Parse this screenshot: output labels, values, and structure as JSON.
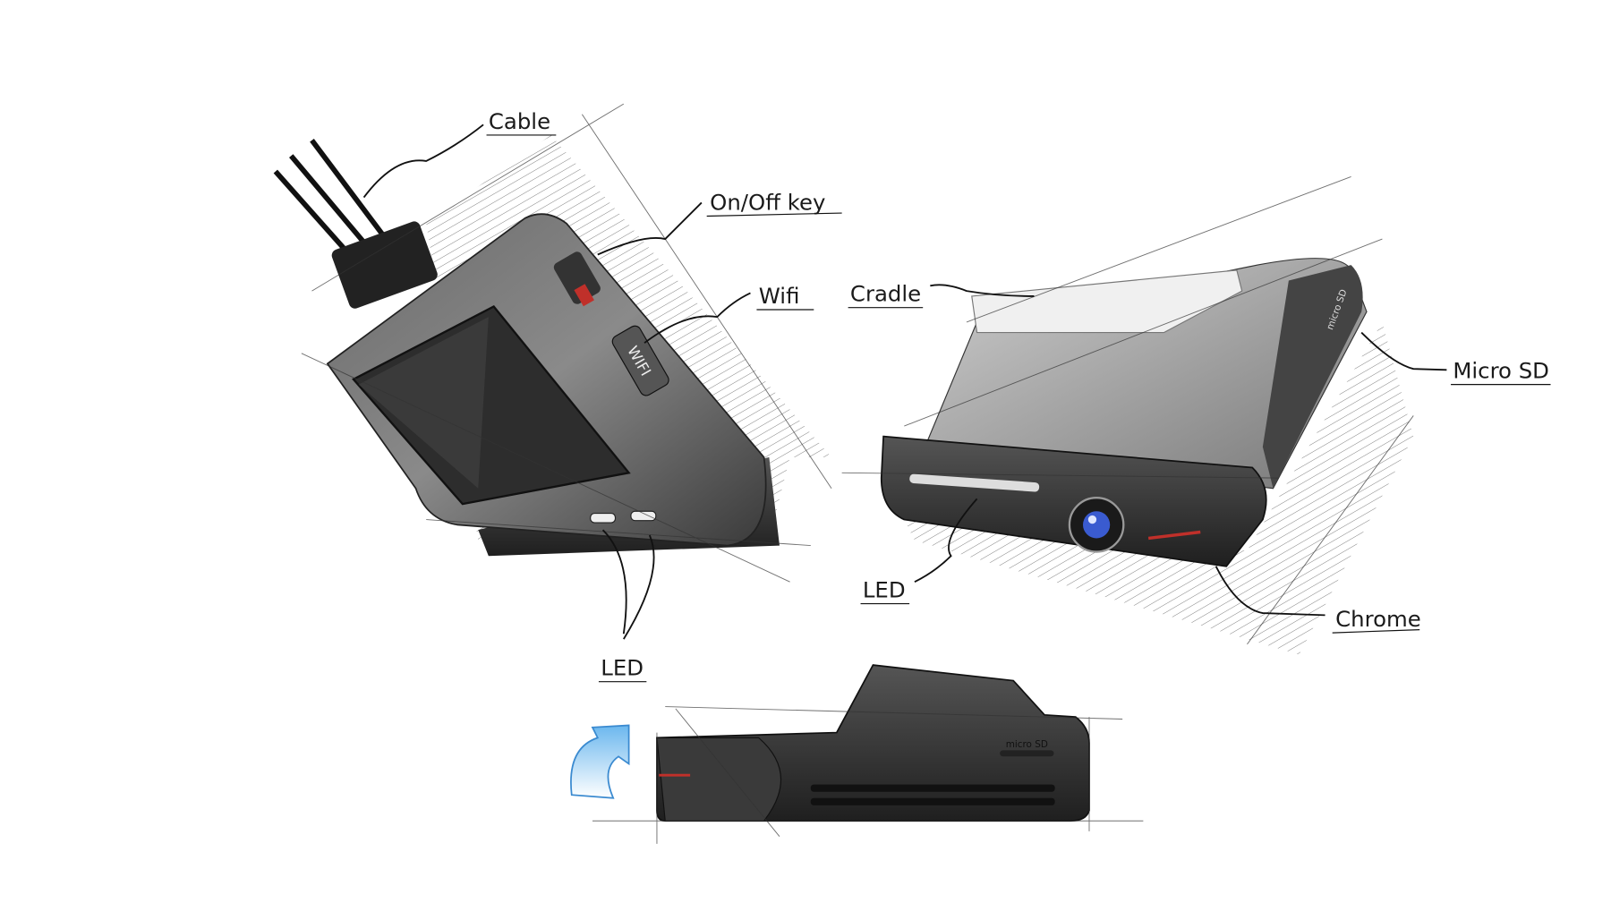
{
  "labels": {
    "cable": "Cable",
    "on_off_key": "On/Off key",
    "wifi": "Wifi",
    "led_left": "LED",
    "cradle": "Cradle",
    "micro_sd": "Micro SD",
    "led_right": "LED",
    "chrome": "Chrome"
  },
  "device_markings": {
    "wifi_button": "WIFI",
    "side_slot": "micro SD",
    "bottom_slot": "micro SD"
  },
  "colors": {
    "body": "#4a4a4a",
    "screen": "#2e2e2e",
    "led_red": "#c0302a",
    "lens_blue": "#3a5bd0",
    "arrow_blue": "#8cc8f0"
  }
}
